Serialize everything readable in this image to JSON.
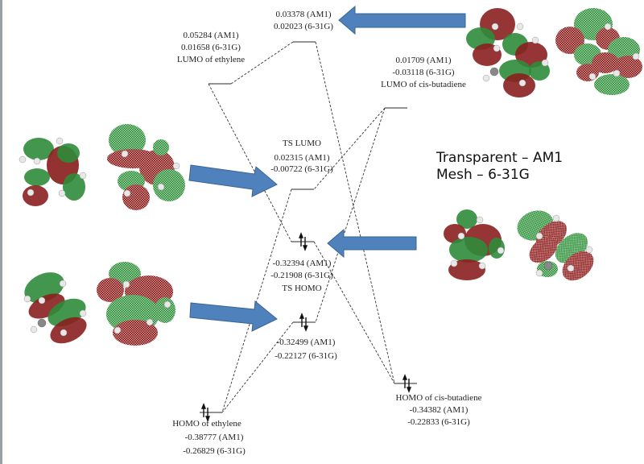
{
  "legend": {
    "line1": "Transparent – AM1",
    "line2": "Mesh – 6-31G"
  },
  "levels": {
    "lumo_ethylene": {
      "am1": "0.05284 (AM1)",
      "g631": "0.01658 (6-31G)",
      "name": "LUMO of ethylene"
    },
    "top_ts": {
      "am1": "0.03378 (AM1)",
      "g631": "0.02023 (6-31G)"
    },
    "lumo_butadiene": {
      "am1": "0.01709 (AM1)",
      "g631": "-0.03118 (6-31G)",
      "name": "LUMO of cis-butadiene"
    },
    "ts_lumo": {
      "name": "TS LUMO",
      "am1": "0.02315 (AM1)",
      "g631": "-0.00722 (6-31G)"
    },
    "ts_homo": {
      "am1": "-0.32394 (AM1)",
      "g631": "-0.21908 (6-31G)",
      "name": "TS HOMO"
    },
    "ts_homo2": {
      "am1": "-0.32499 (AM1)",
      "g631": "-0.22127 (6-31G)"
    },
    "homo_ethylene": {
      "name": "HOMO of ethylene",
      "am1": "-0.38777 (AM1)",
      "g631": "-0.26829 (6-31G)"
    },
    "homo_butadiene": {
      "name": "HOMO of cis-butadiene",
      "am1": "-0.34382 (AM1)",
      "g631": "-0.22833 (6-31G)"
    }
  },
  "colors": {
    "arrow": "#4f81bd",
    "lobe_positive": "#2e8b3a",
    "lobe_negative": "#8b1f1f"
  }
}
